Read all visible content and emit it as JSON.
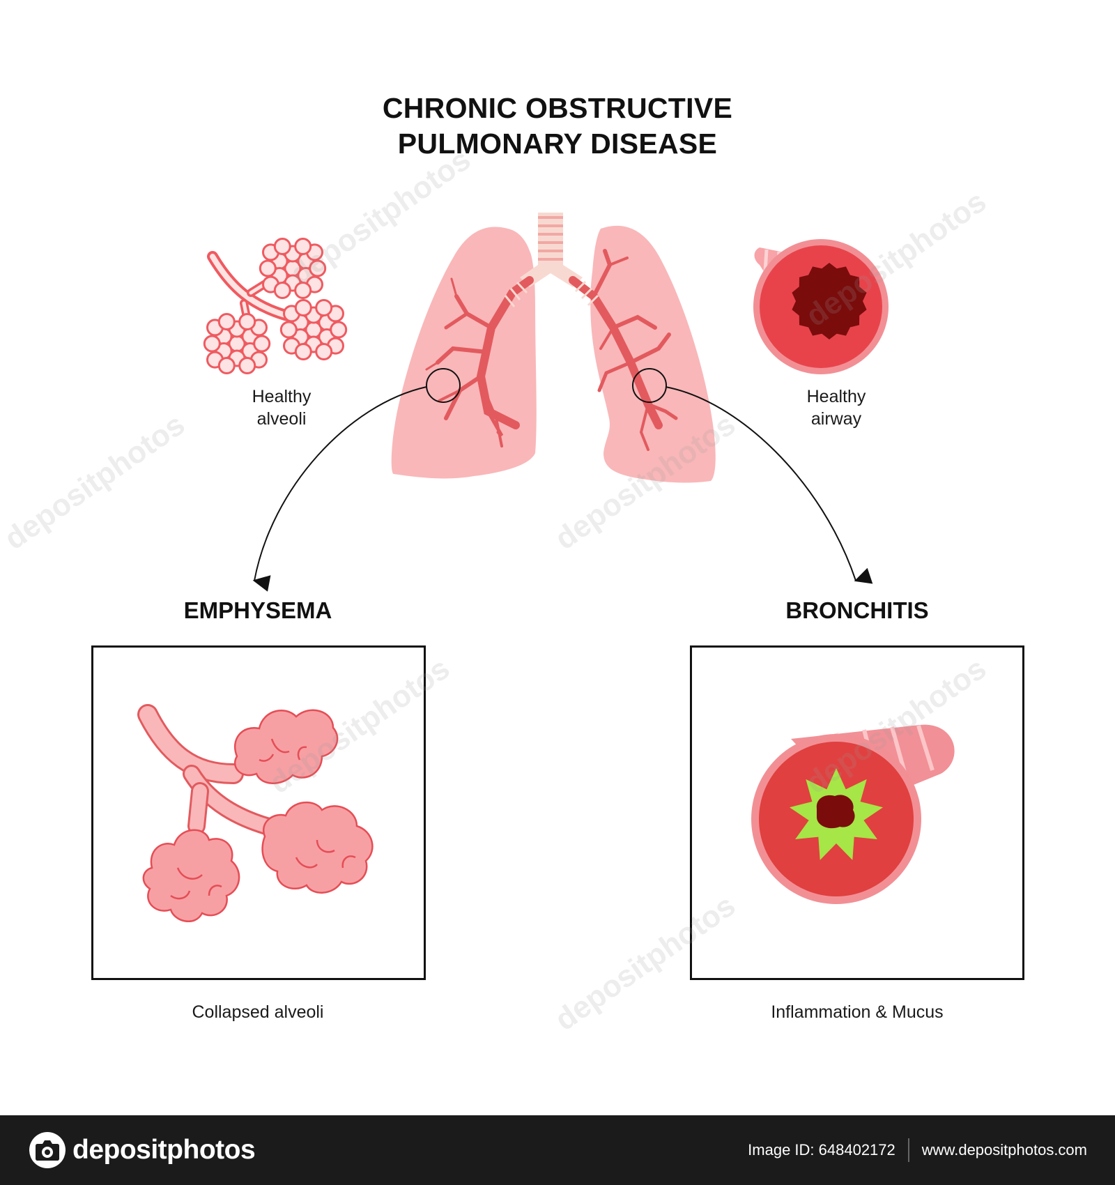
{
  "title": {
    "line1": "CHRONIC OBSTRUCTIVE",
    "line2": "PULMONARY DISEASE"
  },
  "healthy_alveoli": {
    "line1": "Healthy",
    "line2": "alveoli"
  },
  "healthy_airway": {
    "line1": "Healthy",
    "line2": "airway"
  },
  "emphysema": {
    "heading": "EMPHYSEMA",
    "caption": "Collapsed alveoli"
  },
  "bronchitis": {
    "heading": "BRONCHITIS",
    "caption": "Inflammation &  Mucus"
  },
  "footer": {
    "brand": "depositphotos",
    "image_id": "Image ID: 648402172",
    "url": "www.depositphotos.com"
  },
  "watermark": {
    "text": "depositphotos"
  },
  "colors": {
    "lung": "#f9b7b9",
    "lung_shade": "#f6a6aa",
    "bronchi": "#e25a5e",
    "alveoli": "#ef5a60",
    "trachea": "#f8d9d1",
    "airway_dark": "#7a0c0c",
    "inflamed": "#e0403f",
    "mucus": "#a6e646",
    "footer_bg": "#1b1b1c"
  }
}
